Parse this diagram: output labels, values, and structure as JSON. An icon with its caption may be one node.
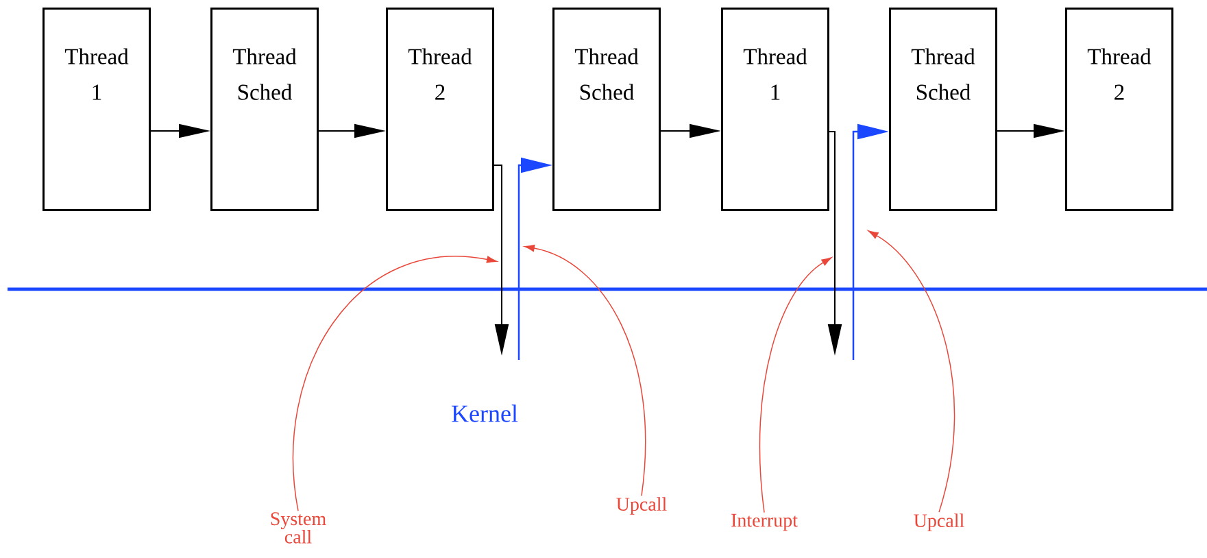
{
  "diagram": {
    "nodes": [
      {
        "text": [
          "Thread 1"
        ]
      },
      {
        "text": [
          "Thread Sched"
        ]
      },
      {
        "text": [
          "Thread 2"
        ]
      },
      {
        "text": [
          "Thread Sched"
        ]
      },
      {
        "text": [
          "Thread 1"
        ]
      },
      {
        "text": [
          "Thread Sched"
        ]
      },
      {
        "text": [
          "Thread 2"
        ]
      },
      {
        "text": [
          "System call"
        ]
      },
      {
        "text": [
          "Upcall"
        ]
      },
      {
        "text": [
          "Interrupt"
        ]
      },
      {
        "text": [
          "Upcall"
        ]
      }
    ],
    "edges": [
      {
        "from": 0,
        "to": 1,
        "arrow": "to"
      },
      {
        "from": 1,
        "to": 2,
        "arrow": "to"
      },
      {
        "from": 3,
        "to": 4,
        "arrow": "to"
      },
      {
        "from": 5,
        "to": 6,
        "arrow": "to"
      },
      {
        "from": 2,
        "to": null,
        "arrow": "to"
      },
      {
        "from": null,
        "to": 3,
        "arrow": "to",
        "color": "#1a47ff"
      },
      {
        "from": 4,
        "to": null,
        "arrow": "to"
      },
      {
        "from": null,
        "to": 5,
        "arrow": "to",
        "color": "#1a47ff"
      },
      {
        "from": 7,
        "to": null,
        "arrow": "to",
        "color": "#e8473a"
      },
      {
        "from": 8,
        "to": null,
        "arrow": "to",
        "color": "#e8473a"
      },
      {
        "from": 9,
        "to": null,
        "arrow": "to",
        "color": "#e8473a"
      },
      {
        "from": 10,
        "to": null,
        "arrow": "to",
        "color": "#e8473a"
      }
    ],
    "labels": [
      "Kernel"
    ]
  }
}
